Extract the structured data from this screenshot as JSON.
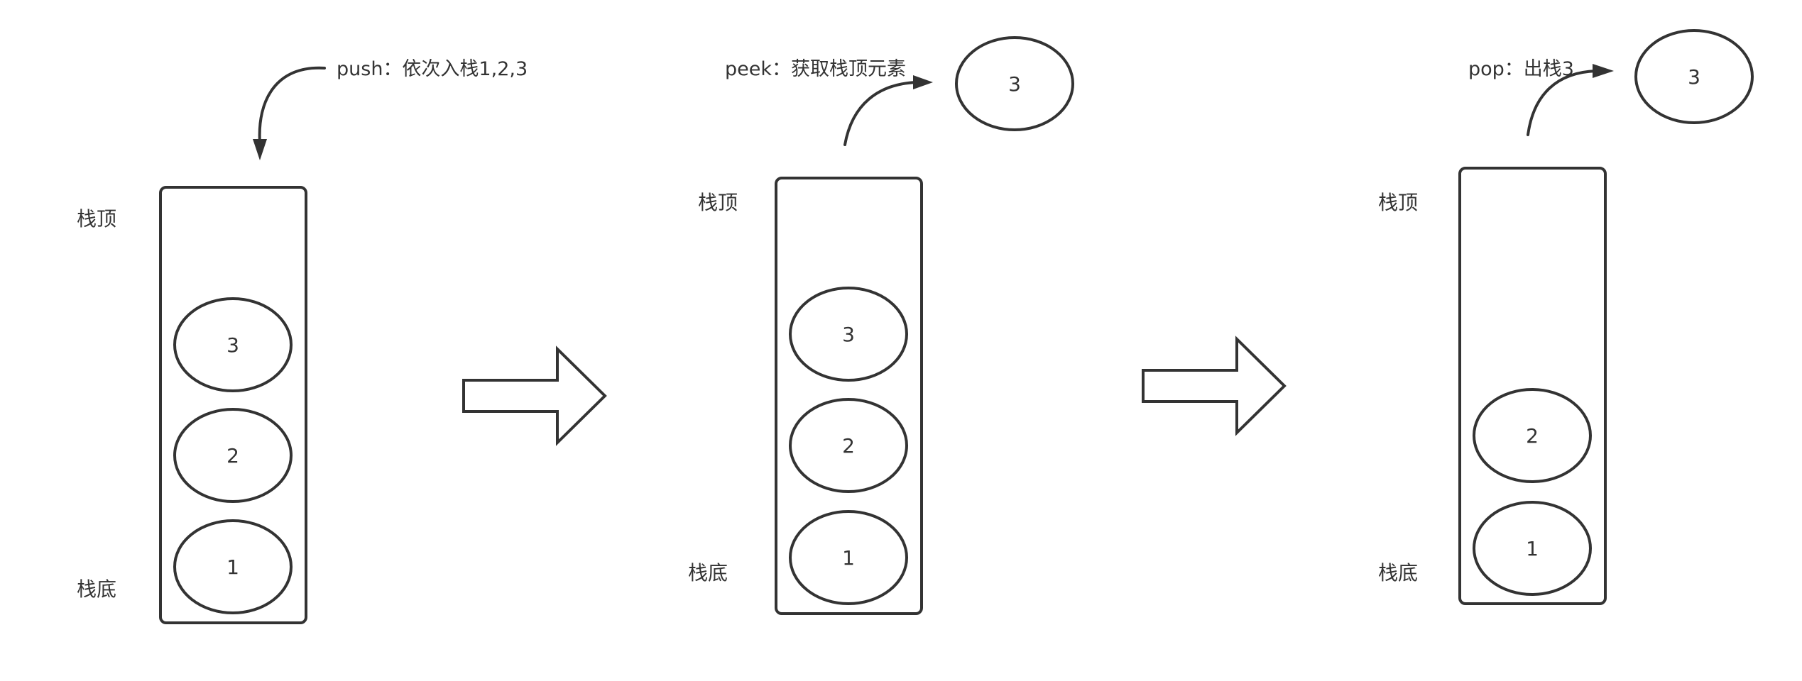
{
  "panels": [
    {
      "caption": "push：依次入栈1,2,3",
      "top_label": "栈顶",
      "bottom_label": "栈底",
      "stack_items": [
        "1",
        "2",
        "3"
      ]
    },
    {
      "caption": "peek：获取栈顶元素",
      "top_label": "栈顶",
      "bottom_label": "栈底",
      "stack_items": [
        "1",
        "2",
        "3"
      ],
      "outside_item": "3"
    },
    {
      "caption": "pop：出栈3",
      "top_label": "栈顶",
      "bottom_label": "栈底",
      "stack_items": [
        "1",
        "2"
      ],
      "outside_item": "3"
    }
  ],
  "colors": {
    "stroke": "#333333",
    "background": "#ffffff"
  }
}
